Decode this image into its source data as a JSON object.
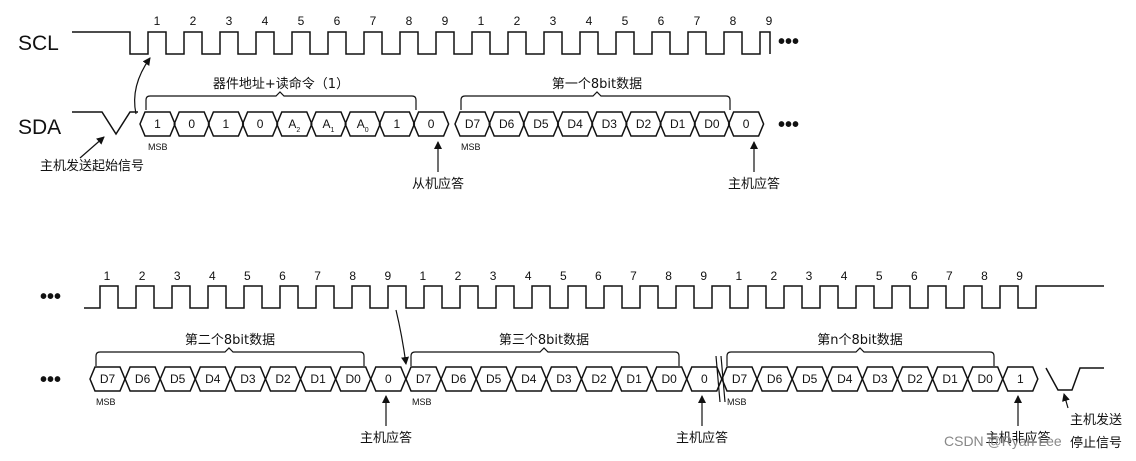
{
  "signals": {
    "scl": "SCL",
    "sda": "SDA"
  },
  "ellipsis": "•••",
  "msb": "MSB",
  "top": {
    "clock_numbers": [
      "1",
      "2",
      "3",
      "4",
      "5",
      "6",
      "7",
      "8",
      "9",
      "1",
      "2",
      "3",
      "4",
      "5",
      "6",
      "7",
      "8",
      "9"
    ],
    "address_cells": [
      {
        "main": "1",
        "sub": ""
      },
      {
        "main": "0",
        "sub": ""
      },
      {
        "main": "1",
        "sub": ""
      },
      {
        "main": "0",
        "sub": ""
      },
      {
        "main": "A",
        "sub": "2"
      },
      {
        "main": "A",
        "sub": "1"
      },
      {
        "main": "A",
        "sub": "0"
      },
      {
        "main": "1",
        "sub": ""
      }
    ],
    "address_ack": "0",
    "data_cells": [
      "D7",
      "D6",
      "D5",
      "D4",
      "D3",
      "D2",
      "D1",
      "D0"
    ],
    "data_ack": "0",
    "brace_address": "器件地址+读命令（1）",
    "brace_data": "第一个8bit数据",
    "note_start": "主机发送起始信号",
    "note_slave_ack": "从机应答",
    "note_master_ack": "主机应答"
  },
  "bottom": {
    "clock_numbers": [
      "1",
      "2",
      "3",
      "4",
      "5",
      "6",
      "7",
      "8",
      "9",
      "1",
      "2",
      "3",
      "4",
      "5",
      "6",
      "7",
      "8",
      "9",
      "1",
      "2",
      "3",
      "4",
      "5",
      "6",
      "7",
      "8",
      "9"
    ],
    "bytes": [
      {
        "brace": "第二个8bit数据",
        "cells": [
          "D7",
          "D6",
          "D5",
          "D4",
          "D3",
          "D2",
          "D1",
          "D0"
        ],
        "ack": "0",
        "ack_note": "主机应答"
      },
      {
        "brace": "第三个8bit数据",
        "cells": [
          "D7",
          "D6",
          "D5",
          "D4",
          "D3",
          "D2",
          "D1",
          "D0"
        ],
        "ack": "0",
        "ack_note": "主机应答"
      },
      {
        "brace": "第n个8bit数据",
        "cells": [
          "D7",
          "D6",
          "D5",
          "D4",
          "D3",
          "D2",
          "D1",
          "D0"
        ],
        "ack": "1",
        "ack_note": "主机非应答"
      }
    ],
    "note_stop_line1": "主机发送",
    "note_stop_line2": "停止信号"
  },
  "watermark": "CSDN @Ryan Lee"
}
